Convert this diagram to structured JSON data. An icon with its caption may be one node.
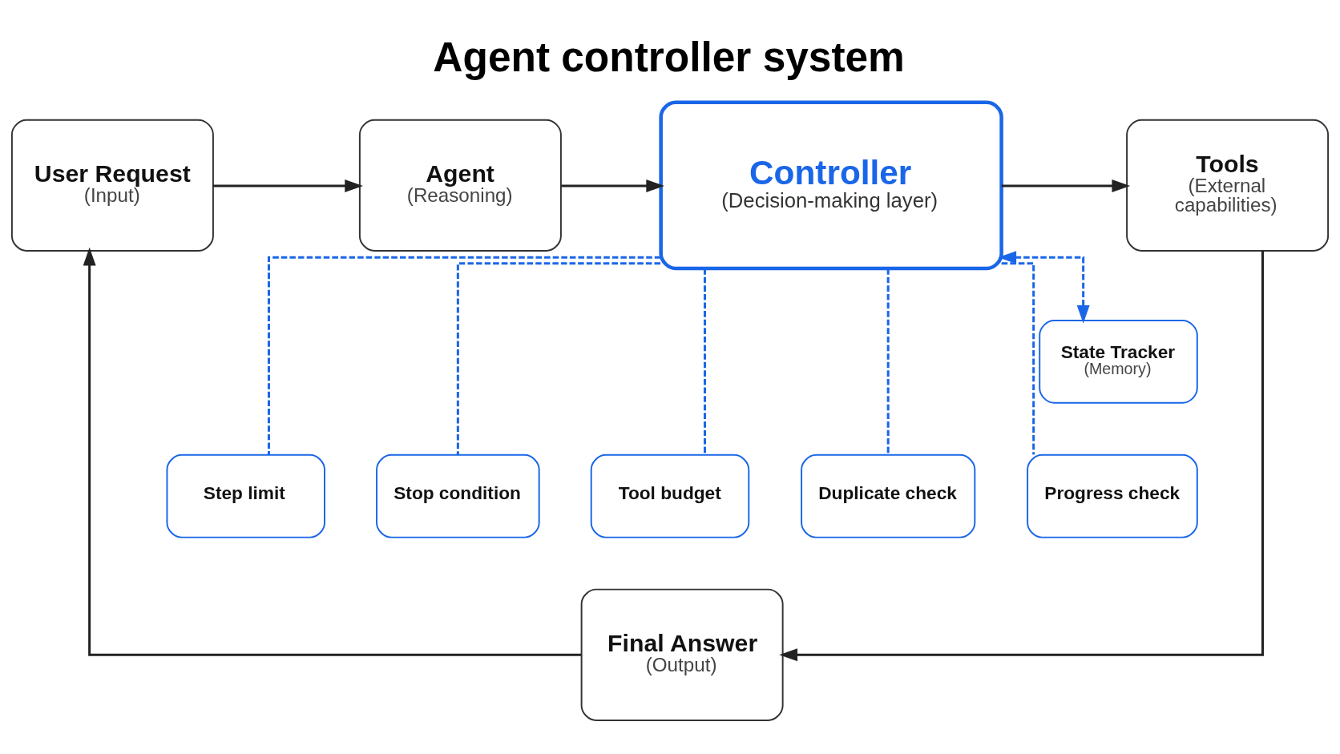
{
  "diagram": {
    "title": "Agent controller system",
    "nodes": [
      {
        "text": [
          "User Request",
          "(Input)"
        ]
      },
      {
        "text": [
          "Agent",
          "(Reasoning)"
        ]
      },
      {
        "text": [
          "Controller",
          "(Decision-making layer)"
        ]
      },
      {
        "text": [
          "Tools",
          "(External capabilities)"
        ]
      },
      {
        "text": [
          "State Tracker",
          "(Memory)"
        ]
      },
      {
        "text": [
          "Step limit"
        ]
      },
      {
        "text": [
          "Stop condition"
        ]
      },
      {
        "text": [
          "Tool budget"
        ]
      },
      {
        "text": [
          "Duplicate check"
        ]
      },
      {
        "text": [
          "Progress check"
        ]
      },
      {
        "text": [
          "Final Answer",
          "(Output)"
        ]
      }
    ],
    "edges": [
      {
        "from": 0,
        "to": 1,
        "arrow": "to",
        "color": "#222222"
      },
      {
        "from": 1,
        "to": 2,
        "arrow": "to",
        "color": "#222222"
      },
      {
        "from": 2,
        "to": 3,
        "arrow": "to",
        "color": "#222222"
      },
      {
        "from": 2,
        "to": 4,
        "arrow": "both",
        "style": "dashed",
        "color": "#1a66e8"
      },
      {
        "from": 2,
        "to": 5,
        "arrow": "none",
        "style": "dashed",
        "color": "#1a66e8"
      },
      {
        "from": 2,
        "to": 6,
        "arrow": "none",
        "style": "dashed",
        "color": "#1a66e8"
      },
      {
        "from": 2,
        "to": 7,
        "arrow": "none",
        "style": "dashed",
        "color": "#1a66e8"
      },
      {
        "from": 2,
        "to": 8,
        "arrow": "none",
        "style": "dashed",
        "color": "#1a66e8"
      },
      {
        "from": 2,
        "to": 9,
        "arrow": "none",
        "style": "dashed",
        "color": "#1a66e8"
      },
      {
        "from": 3,
        "to": 10,
        "arrow": "to",
        "color": "#222222"
      },
      {
        "from": 10,
        "to": 0,
        "arrow": "to",
        "color": "#222222"
      }
    ]
  }
}
